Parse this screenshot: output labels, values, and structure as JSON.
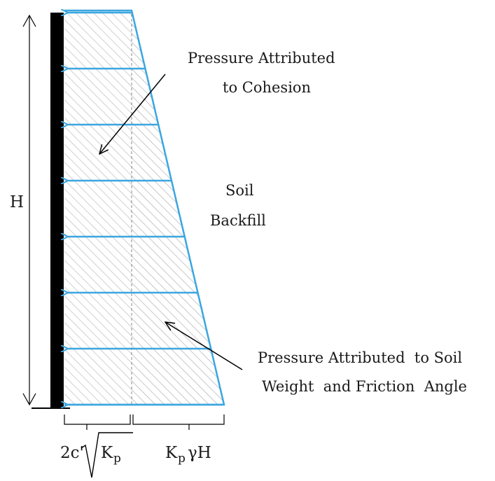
{
  "height_label": "H",
  "cohesion_label": {
    "line1": "Pressure Attributed",
    "line2": "to Cohesion"
  },
  "backfill_label": {
    "line1": "Soil",
    "line2": "Backfill"
  },
  "soil_weight_label": {
    "line1": "Pressure Attributed  to Soil",
    "line2": "Weight  and Friction  Angle"
  },
  "cohesion_width_label": {
    "prefix": "2c'",
    "radicand": "K",
    "subscript": "p"
  },
  "weight_width_label": {
    "k": "K",
    "subscript": "p",
    "rest": "γH"
  },
  "colors": {
    "pressure_blue": "#3aa6e0",
    "wall": "#000000",
    "hatch": "#b0b0b0"
  },
  "arrow_count": 8
}
